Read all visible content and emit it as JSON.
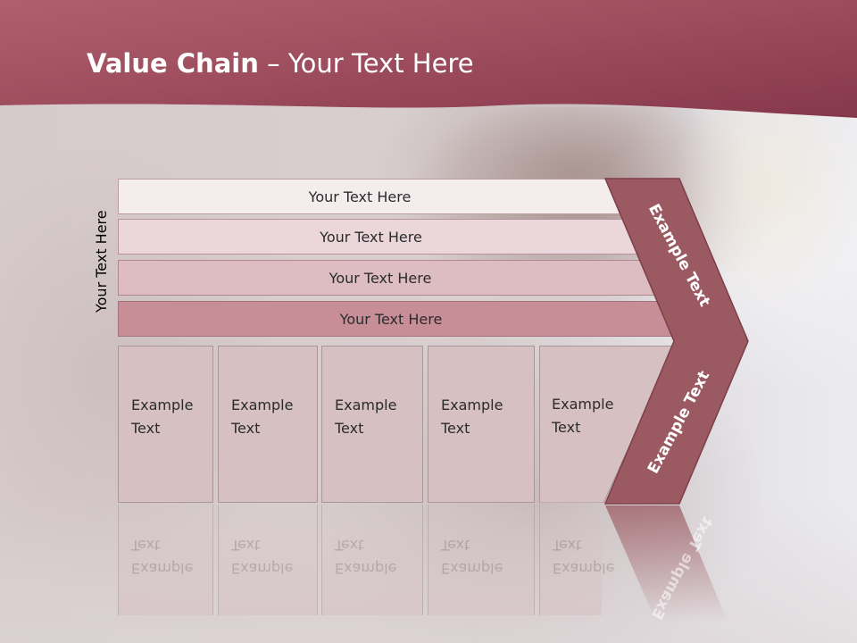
{
  "slide": {
    "title_bold": "Value Chain",
    "title_rest": " – Your Text Here",
    "side_label": "Your Text Here",
    "bars": [
      {
        "label": "Your Text Here"
      },
      {
        "label": "Your Text Here"
      },
      {
        "label": "Your Text Here"
      },
      {
        "label": "Your Text Here"
      }
    ],
    "columns": [
      {
        "line1": "Example",
        "line2": "Text"
      },
      {
        "line1": "Example",
        "line2": "Text"
      },
      {
        "line1": "Example",
        "line2": "Text"
      },
      {
        "line1": "Example",
        "line2": "Text"
      },
      {
        "line1": "Example",
        "line2": "Text"
      }
    ],
    "chevron_top": "Example Text",
    "chevron_bottom": "Example Text"
  },
  "colors": {
    "header": "#8b3f4e",
    "chevron": "#9b5a62",
    "bar_light": "#f5ecee",
    "bar_dark": "#c88e98",
    "column": "#d6c0c2"
  }
}
